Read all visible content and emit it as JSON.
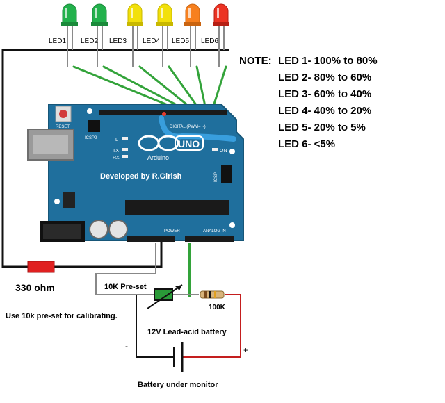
{
  "leds": [
    {
      "label": "LED1",
      "color": "#22b14c",
      "rim": "#1a8a3a"
    },
    {
      "label": "LED2",
      "color": "#22b14c",
      "rim": "#1a8a3a"
    },
    {
      "label": "LED3",
      "color": "#f2e00a",
      "rim": "#c8b800"
    },
    {
      "label": "LED4",
      "color": "#f2e00a",
      "rim": "#c8b800"
    },
    {
      "label": "LED5",
      "color": "#f7801e",
      "rim": "#c96410"
    },
    {
      "label": "LED6",
      "color": "#ec3323",
      "rim": "#b51f14"
    }
  ],
  "note": {
    "heading": "NOTE:",
    "lines": [
      "LED 1- 100% to 80%",
      "LED 2- 80% to 60%",
      "LED 3- 60% to 40%",
      "LED 4- 40% to 20%",
      "LED 5- 20% to 5%",
      "LED 6- <5%"
    ]
  },
  "board": {
    "developer_text": "Developed by R.Girish",
    "reset_label": "RESET",
    "icsp2_label": "ICSP2",
    "icsp_label": "ICSP",
    "uno_label": "UNO",
    "arduino_label": "Arduino",
    "digital_label": "DIGITAL (PWM= ~)",
    "power_label": "POWER",
    "analog_label": "ANALOG IN",
    "on_label": "ON",
    "tx_label": "TX",
    "rx_label": "RX",
    "l_label": "L",
    "color": "#1f6f9d"
  },
  "resistor_label": "330 ohm",
  "preset_label": "10K Pre-set",
  "resistor_100k_label": "100K",
  "calibration_note": "Use 10k pre-set for calibrating.",
  "battery_label": "12V Lead-acid battery",
  "battery_minus": "-",
  "battery_plus": "+",
  "battery_caption": "Battery under monitor"
}
